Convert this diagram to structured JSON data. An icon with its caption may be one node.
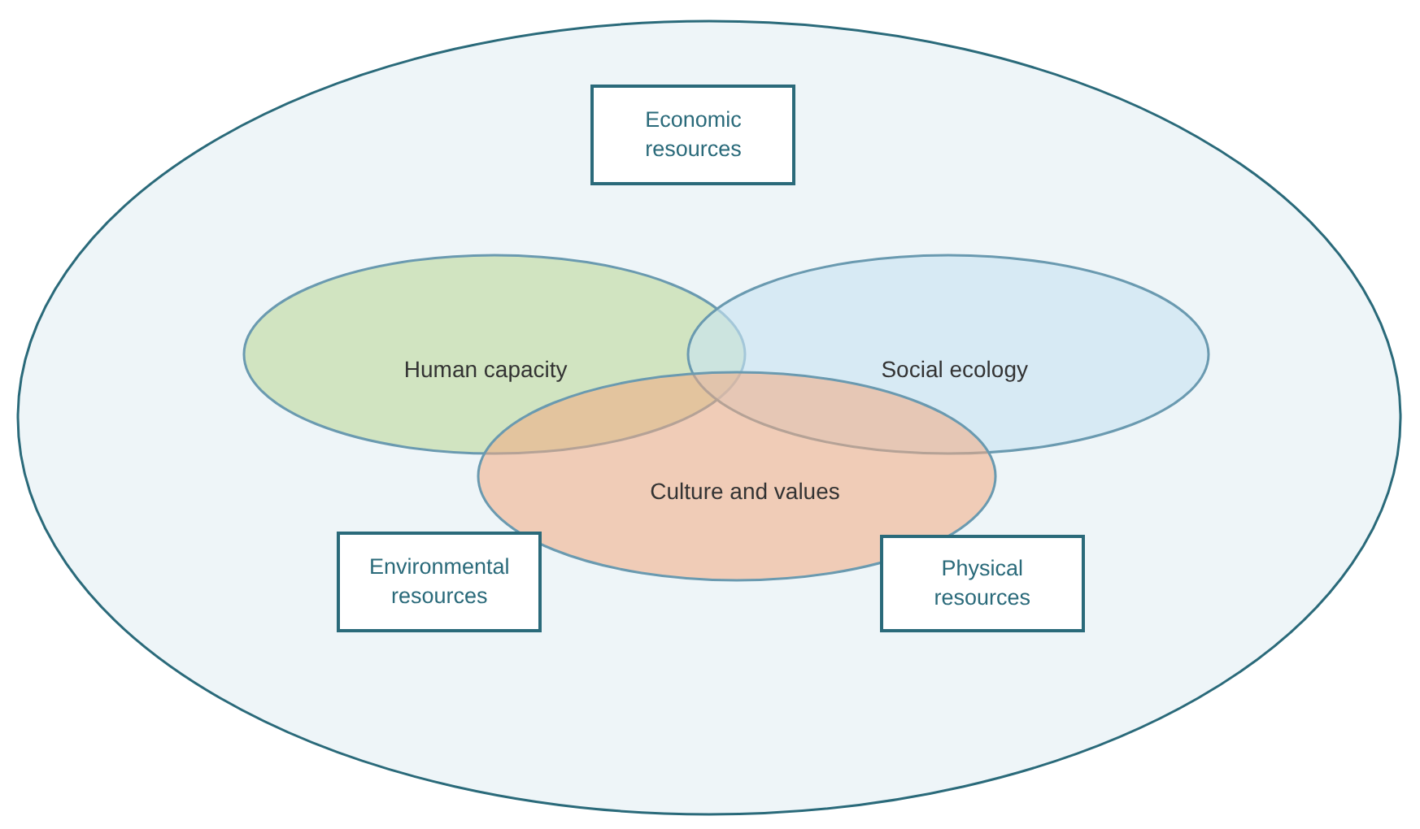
{
  "diagram": {
    "nodes": [
      {
        "text": [],
        "shape": "ellipse"
      },
      {
        "text": [
          "Economic resources"
        ],
        "in": 0
      },
      {
        "text": [
          "Human capacity"
        ],
        "in": 0
      },
      {
        "text": [
          "Social ecology"
        ],
        "in": 0
      },
      {
        "text": [
          "Culture and values"
        ],
        "in": 0
      },
      {
        "text": [
          "Environmental resources"
        ],
        "in": 0
      },
      {
        "text": [
          "Physical resources"
        ],
        "in": 0
      }
    ]
  }
}
